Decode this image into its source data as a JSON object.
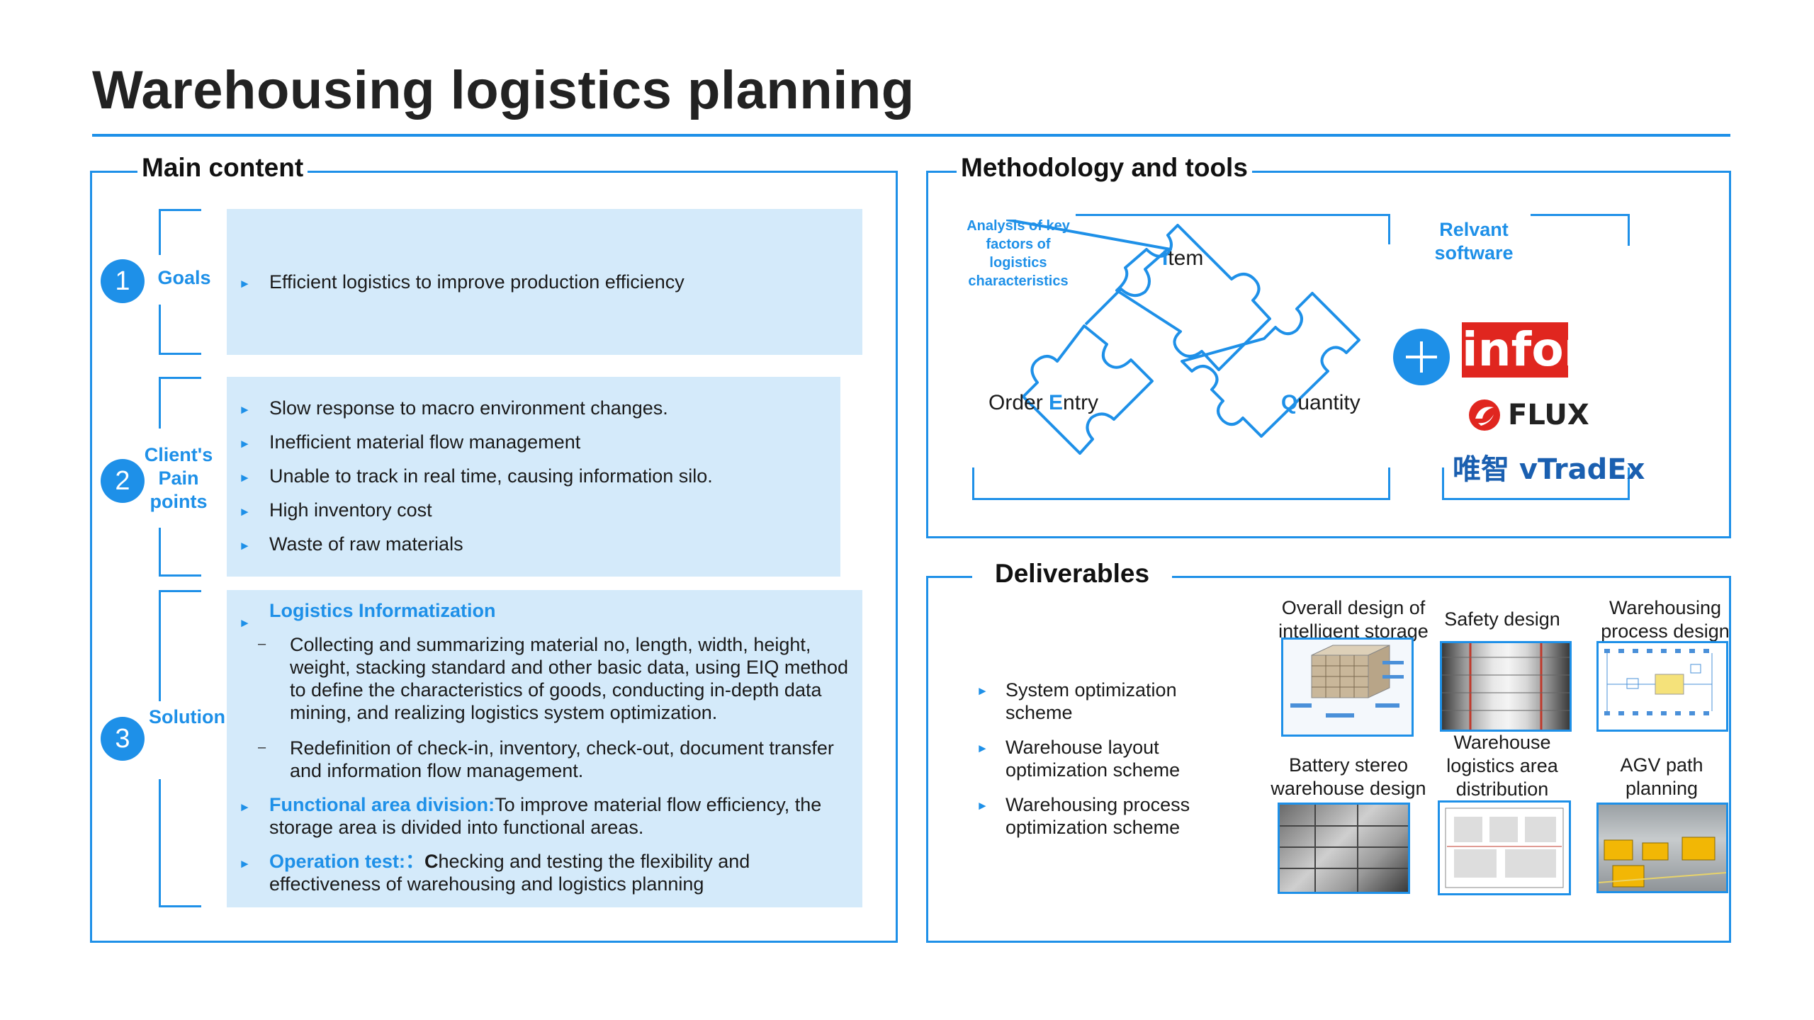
{
  "page_title": "Warehousing logistics planning",
  "main_content": {
    "title": "Main content",
    "goals": {
      "number": "1",
      "label": "Goals",
      "items": [
        "Efficient logistics to improve production efficiency"
      ]
    },
    "pain_points": {
      "number": "2",
      "label_line1": "Client's",
      "label_line2": "Pain",
      "label_line3": "points",
      "items": [
        "Slow response to macro environment changes.",
        "Inefficient material flow management",
        "Unable to track in real time, causing information silo.",
        "High inventory cost",
        "Waste of raw materials"
      ]
    },
    "solution": {
      "number": "3",
      "label": "Solution",
      "logistics_info": {
        "heading": "Logistics Informatization",
        "sub1": "Collecting and summarizing material no, length, width, height, weight, stacking standard and other basic data, using EIQ method to define the characteristics of goods, conducting in-depth data mining, and realizing logistics system optimization.",
        "sub2": "Redefinition of check-in, inventory, check-out, document transfer and information flow management."
      },
      "functional": {
        "heading": "Functional area division:",
        "text": "To improve material flow efficiency, the storage area is divided into functional areas."
      },
      "operation": {
        "heading": "Operation test:：",
        "text_bold_start": "C",
        "text": "hecking and testing the flexibility and effectiveness of warehousing and logistics planning"
      }
    }
  },
  "methodology": {
    "title": "Methodology and tools",
    "analysis_label": "Analysis of key factors of logistics characteristics",
    "software_label": "Relvant software",
    "puzzle": {
      "item_first": "I",
      "item_rest": "tem",
      "order_pre": "Order ",
      "order_hl": "E",
      "order_post": "ntry",
      "quantity_first": "Q",
      "quantity_rest": "uantity"
    },
    "logos": {
      "infor": "infor",
      "flux": "FLUX",
      "vtradex": "唯智 vTradEx"
    }
  },
  "deliverables": {
    "title": "Deliverables",
    "items": [
      "System optimization scheme",
      "Warehouse layout optimization scheme",
      "Warehousing process optimization scheme"
    ],
    "thumbs": [
      "Overall design of intelligent storage",
      "Safety design",
      "Warehousing process design",
      "Battery stereo warehouse design",
      "Warehouse logistics area distribution",
      "AGV path planning"
    ]
  },
  "colors": {
    "accent": "#1e90e8",
    "box_fill": "#d4eafa",
    "infor_red": "#e0261f"
  }
}
